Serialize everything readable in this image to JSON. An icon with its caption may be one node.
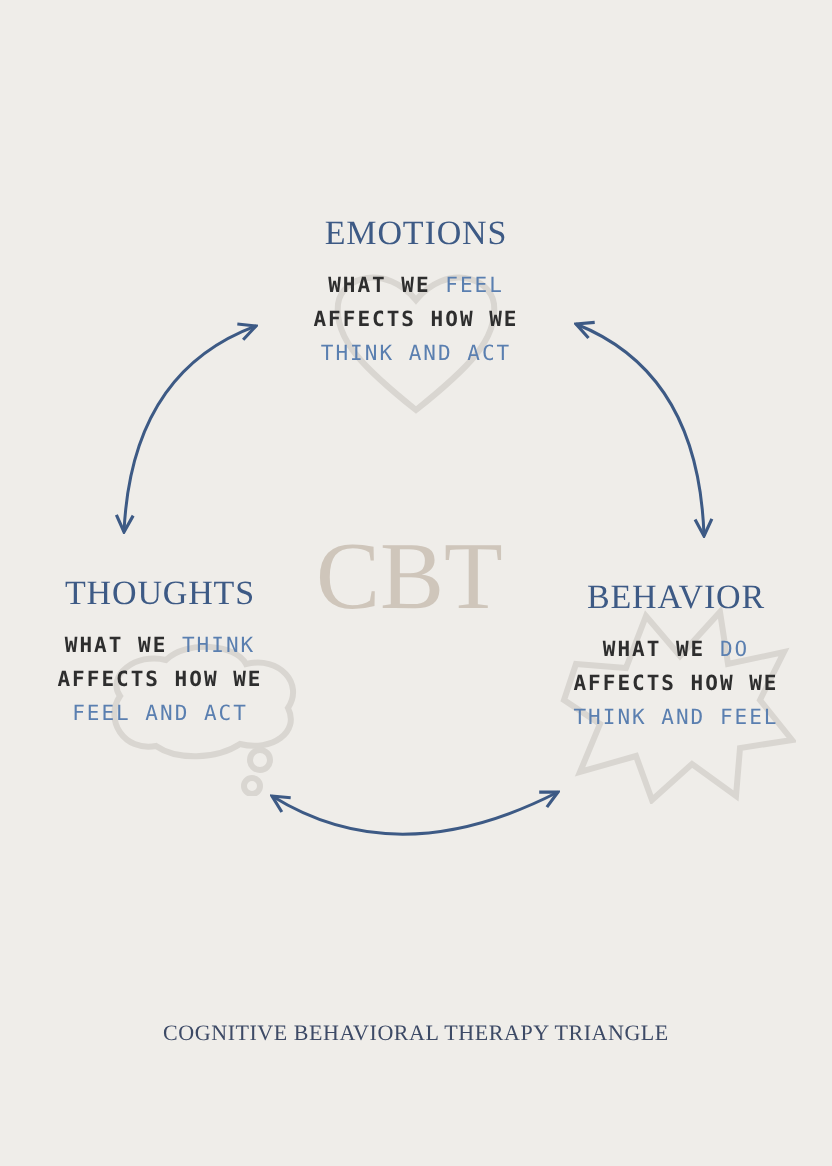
{
  "diagram": {
    "caption": "COGNITIVE BEHAVIORAL THERAPY TRIANGLE",
    "nodes": [
      {
        "text": [
          "EMOTIONS",
          "WHAT WE *FEEL* AFFECTS HOW WE *THINK AND ACT*"
        ]
      },
      {
        "text": [
          "THOUGHTS",
          "WHAT WE *THINK* AFFECTS HOW WE *FEEL AND ACT*"
        ]
      },
      {
        "text": [
          "BEHAVIOR",
          "WHAT WE *DO* AFFECTS HOW WE *THINK AND FEEL*"
        ]
      }
    ],
    "edges": [
      {
        "from": 0,
        "to": 1,
        "arrow": "both"
      },
      {
        "from": 0,
        "to": 2,
        "arrow": "both"
      },
      {
        "from": 1,
        "to": 2,
        "arrow": "both"
      }
    ],
    "labels": [
      "CBT"
    ]
  }
}
